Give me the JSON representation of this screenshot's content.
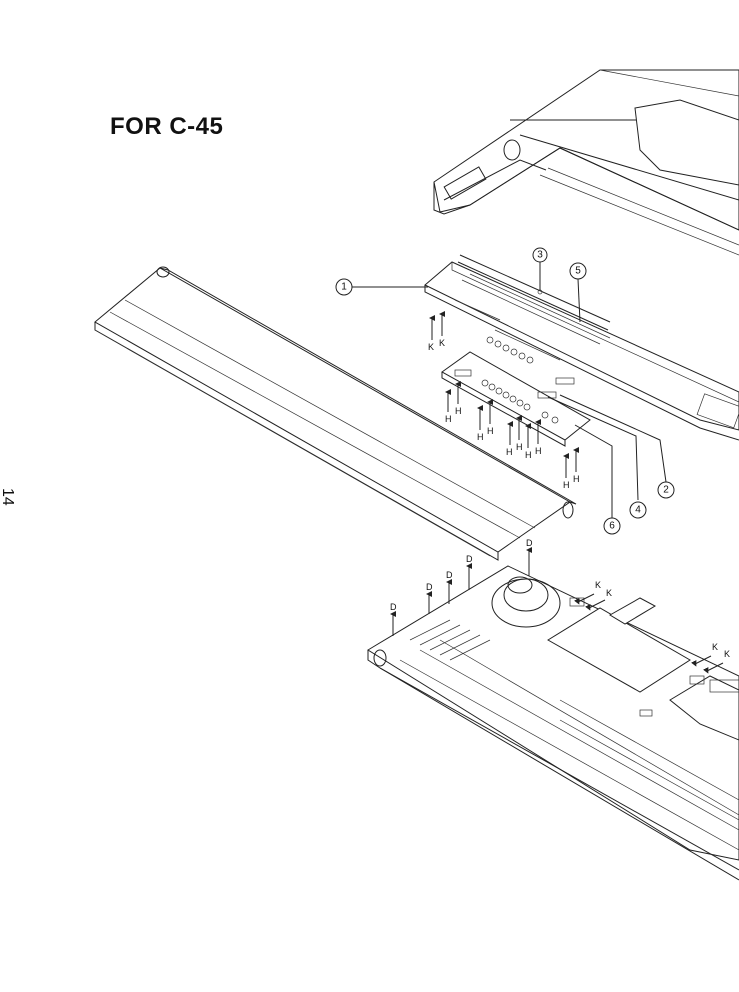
{
  "page": {
    "heading": "FOR C-45",
    "page_number": "14"
  },
  "callouts": [
    "1",
    "2",
    "3",
    "4",
    "5",
    "6"
  ],
  "arrow_labels": {
    "k": "K",
    "h": "H",
    "d": "D"
  }
}
